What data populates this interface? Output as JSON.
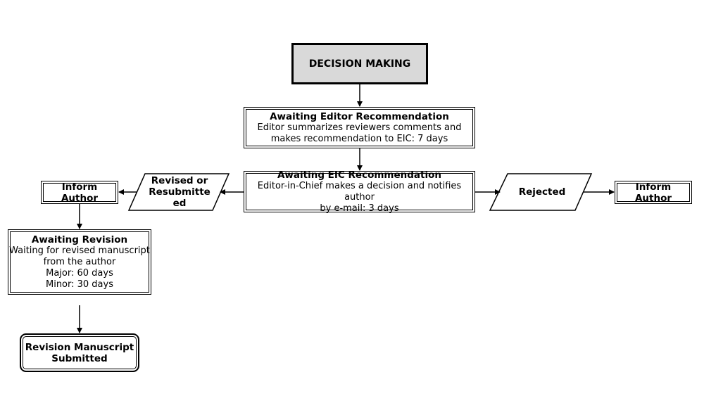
{
  "title": "DECISION MAKING",
  "editor_box": {
    "heading": "Awaiting Editor Recommendation",
    "line1": "Editor summarizes reviewers comments and",
    "line2": "makes recommendation to EIC: 7 days"
  },
  "eic_box": {
    "heading": "Awaiting EIC Recommendation",
    "line1": "Editor-in-Chief makes a decision and notifies author",
    "line2": "by e-mail: 3 days"
  },
  "revised_shape": {
    "line1": "Revised or",
    "line2": "Resubmitte",
    "line3": "ed"
  },
  "rejected_shape": {
    "label": "Rejected"
  },
  "inform_left": {
    "line1": "Inform",
    "line2": "Author"
  },
  "inform_right": {
    "line1": "Inform",
    "line2": "Author"
  },
  "revision_box": {
    "heading": "Awaiting Revision",
    "line1": "Waiting for revised manuscript",
    "line2": "from the author",
    "line3": "Major: 60 days",
    "line4": "Minor: 30 days"
  },
  "submitted_box": {
    "line1": "Revision Manuscript",
    "line2": "Submitted"
  }
}
